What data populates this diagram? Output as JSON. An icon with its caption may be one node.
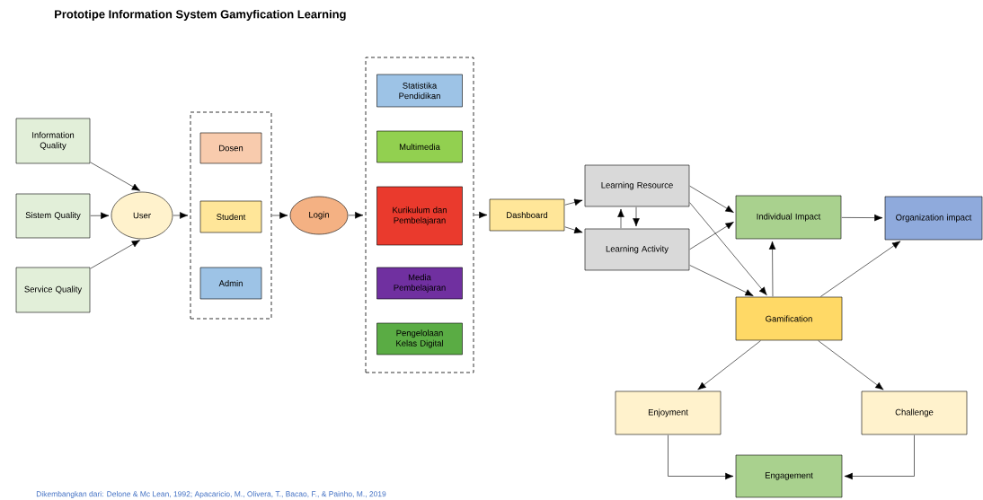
{
  "diagram": {
    "title": "Prototipe Information System Gamyfication Learning",
    "caption": "Dikembangkan dari: Delone & Mc Lean, 1992; Apacaricio, M., Olivera, T., Bacao, F., & Painho, M., 2019",
    "nodes": [
      {
        "text": [
          "Information Quality"
        ]
      },
      {
        "text": [
          "Sistem Quality"
        ]
      },
      {
        "text": [
          "Service Quality"
        ]
      },
      {
        "text": [
          "User"
        ]
      },
      {
        "text": [],
        "shape": "box"
      },
      {
        "text": [
          "Dosen"
        ],
        "in": 4
      },
      {
        "text": [
          "Student"
        ],
        "in": 4
      },
      {
        "text": [
          "Admin"
        ],
        "in": 4
      },
      {
        "text": [
          "Login"
        ]
      },
      {
        "text": [],
        "shape": "box"
      },
      {
        "text": [
          "Statistika Pendidikan"
        ],
        "in": 9
      },
      {
        "text": [
          "Multimedia"
        ],
        "in": 9
      },
      {
        "text": [
          "Kurikulum dan Pembelajaran"
        ],
        "in": 9
      },
      {
        "text": [
          "Media Pembelajaran"
        ],
        "in": 9
      },
      {
        "text": [
          "Pengelolaan Kelas Digital"
        ],
        "in": 9
      },
      {
        "text": [
          "Dashboard"
        ]
      },
      {
        "text": [
          "Learning Resource"
        ]
      },
      {
        "text": [
          "Learning Activity"
        ]
      },
      {
        "text": [
          "Individual Impact"
        ]
      },
      {
        "text": [
          "Organization impact"
        ]
      },
      {
        "text": [
          "Gamification"
        ]
      },
      {
        "text": [
          "Enjoyment"
        ]
      },
      {
        "text": [
          "Challenge"
        ]
      },
      {
        "text": [
          "Engagement"
        ]
      }
    ],
    "edges": [
      {
        "from": 0,
        "to": 3,
        "arrow": "to"
      },
      {
        "from": 1,
        "to": 3,
        "arrow": "to"
      },
      {
        "from": 2,
        "to": 3,
        "arrow": "to"
      },
      {
        "from": 3,
        "to": 4,
        "arrow": "to"
      },
      {
        "from": 4,
        "to": 8,
        "arrow": "to"
      },
      {
        "from": 8,
        "to": 9,
        "arrow": "to"
      },
      {
        "from": 9,
        "to": 15,
        "arrow": "to"
      },
      {
        "from": 15,
        "to": 16,
        "arrow": "to"
      },
      {
        "from": 15,
        "to": 17,
        "arrow": "to"
      },
      {
        "from": 17,
        "to": 16,
        "arrow": "to"
      },
      {
        "from": 16,
        "to": 17,
        "arrow": "to"
      },
      {
        "from": 16,
        "to": 18,
        "arrow": "to"
      },
      {
        "from": 17,
        "to": 18,
        "arrow": "to"
      },
      {
        "from": 16,
        "to": 20,
        "arrow": "to"
      },
      {
        "from": 17,
        "to": 20,
        "arrow": "to"
      },
      {
        "from": 18,
        "to": 19,
        "arrow": "to"
      },
      {
        "from": 20,
        "to": 18,
        "arrow": "to"
      },
      {
        "from": 20,
        "to": 19,
        "arrow": "to"
      },
      {
        "from": 20,
        "to": 21,
        "arrow": "to"
      },
      {
        "from": 20,
        "to": 22,
        "arrow": "to"
      },
      {
        "from": 21,
        "to": 23,
        "arrow": "to"
      },
      {
        "from": 22,
        "to": 23,
        "arrow": "to"
      }
    ]
  }
}
